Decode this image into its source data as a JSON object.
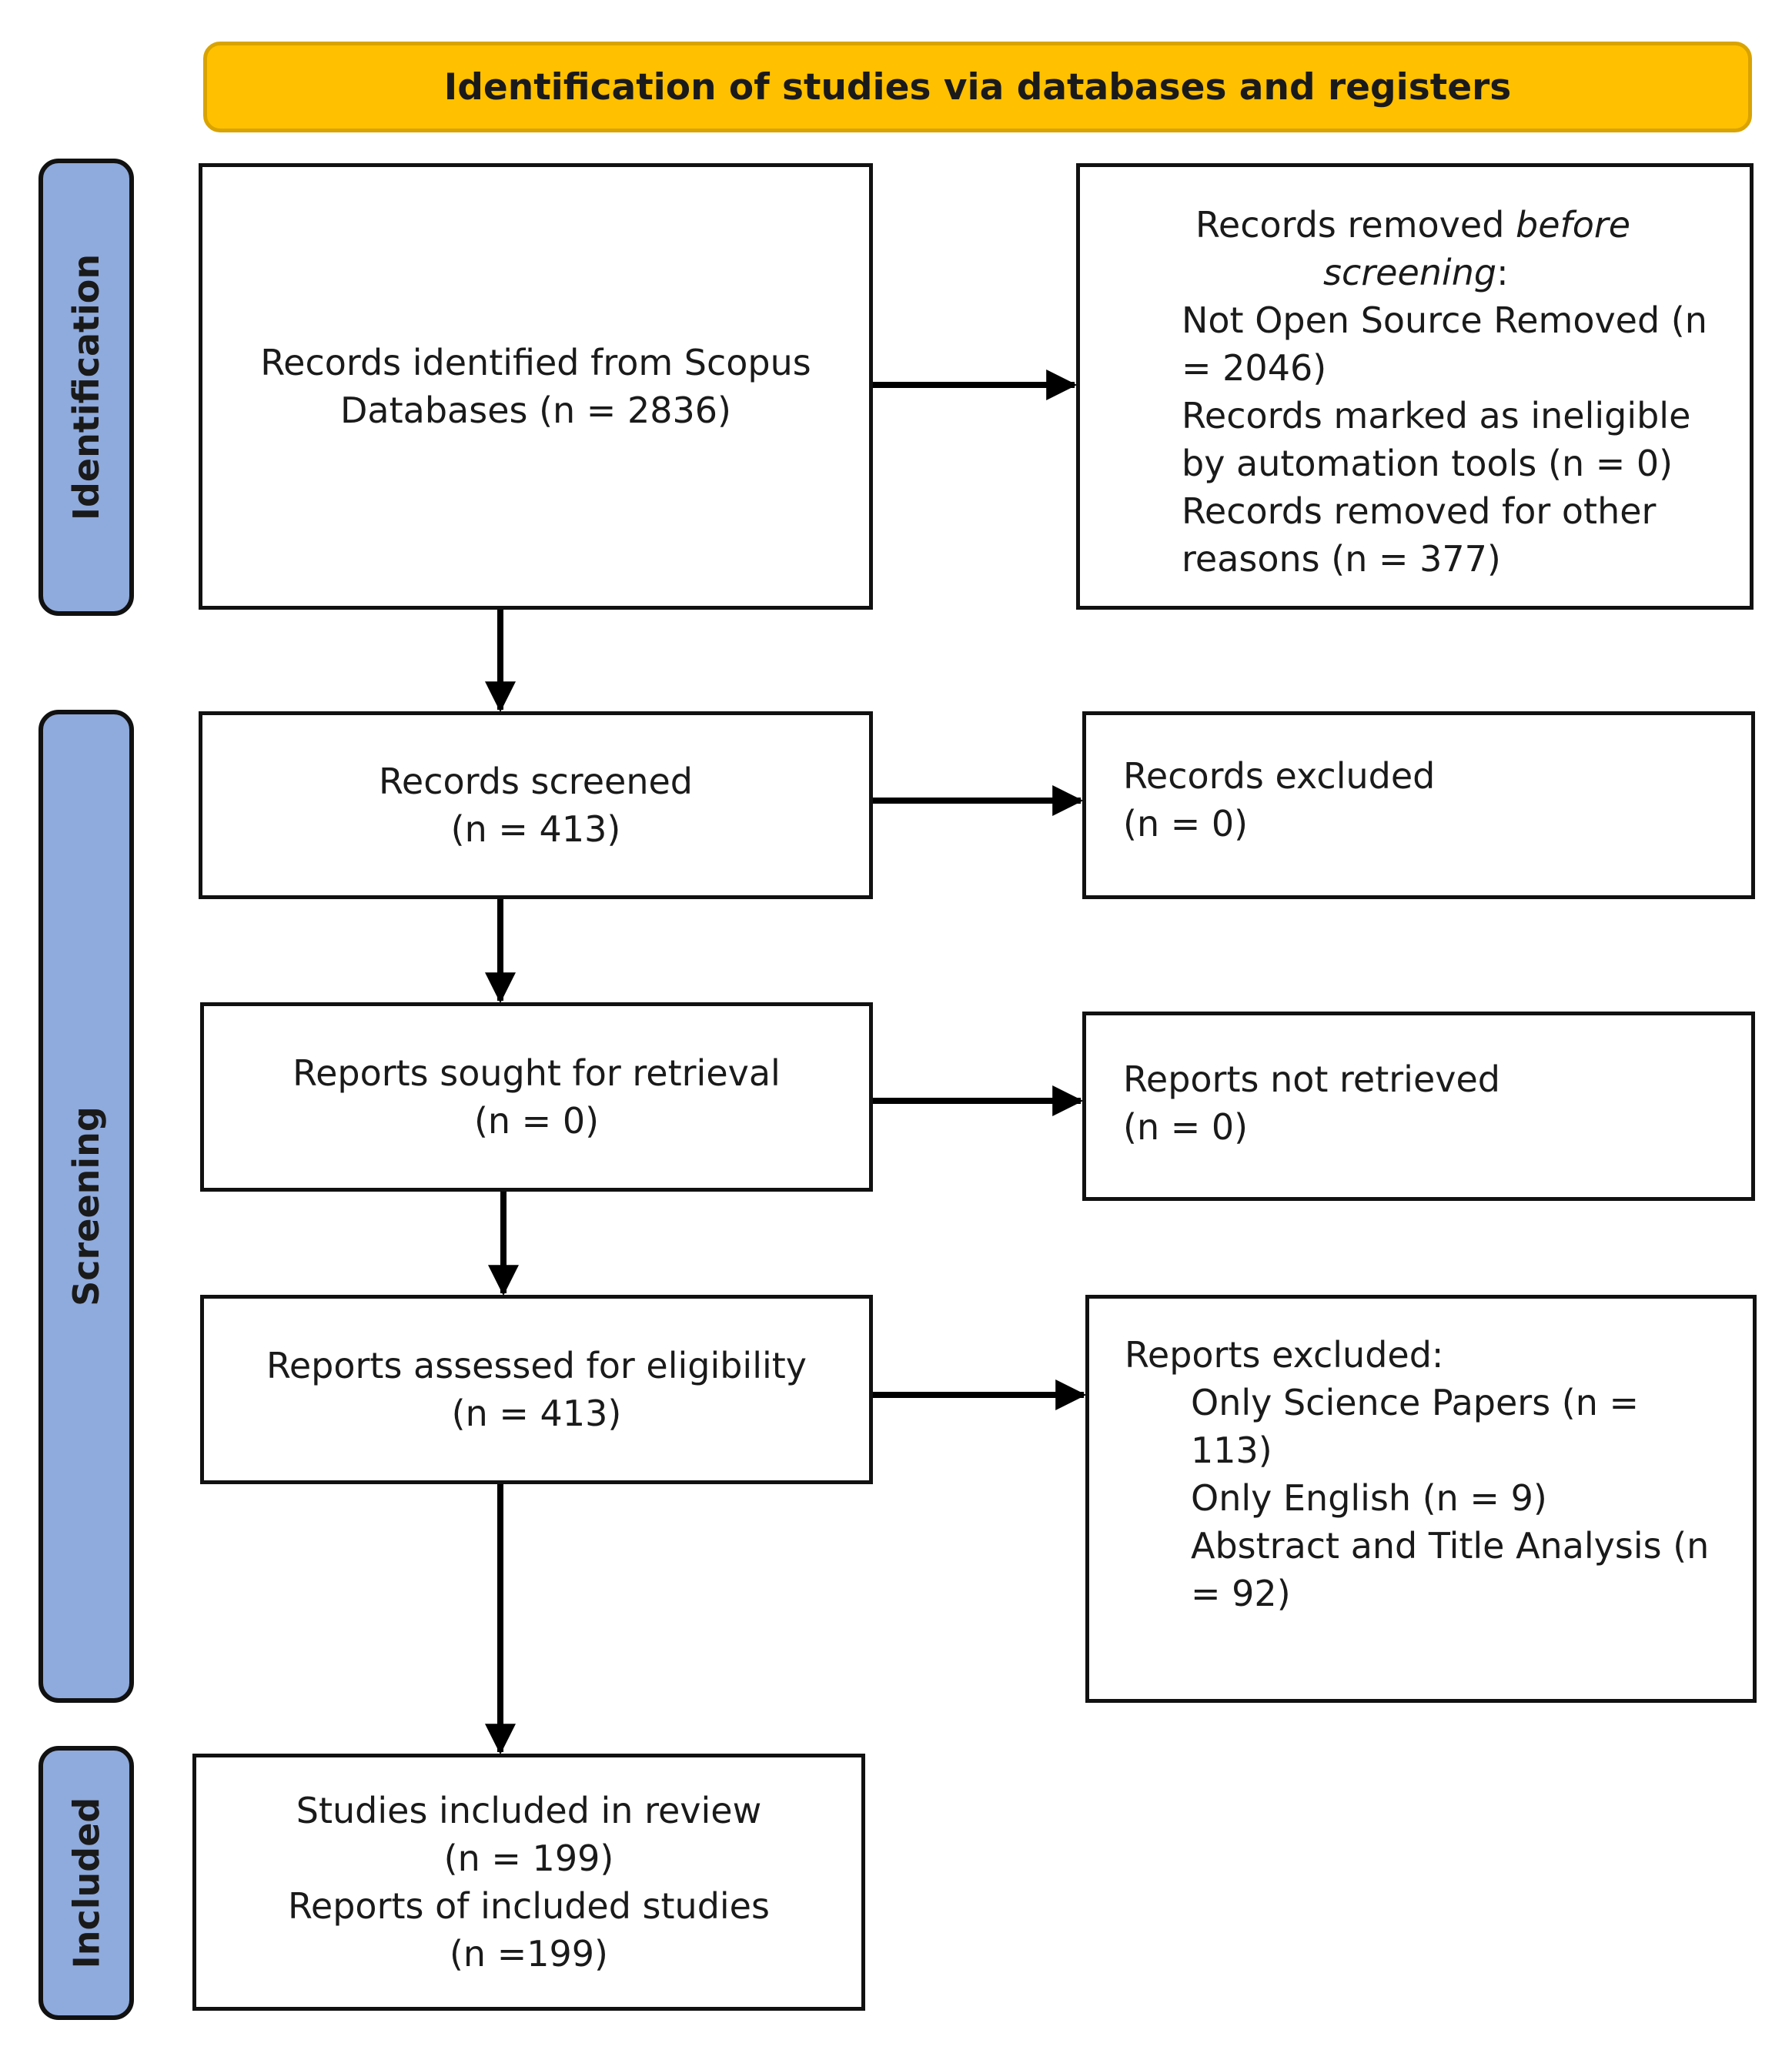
{
  "header": {
    "title": "Identification of studies via databases and registers"
  },
  "phases": {
    "identification": "Identification",
    "screening": "Screening",
    "included": "Included"
  },
  "identified": {
    "line1": "Records identified from Scopus",
    "line2": "Databases (n = 2836)"
  },
  "removed": {
    "heading_a": "Records removed ",
    "heading_em1": "before",
    "heading_em2": "screening",
    "heading_b": ":",
    "item1_a": "Not Open Source Removed (n",
    "item1_b": "= 2046)",
    "item2_a": "Records marked as ineligible",
    "item2_b": "by automation tools (n = 0)",
    "item3_a": "Records removed for other",
    "item3_b": "reasons (n = 377)"
  },
  "screened": {
    "label": "Records screened",
    "count": "(n = 413)"
  },
  "excluded_records": {
    "label": "Records excluded",
    "count": "(n = 0)"
  },
  "sought": {
    "label": "Reports sought for retrieval",
    "count": "(n = 0)"
  },
  "not_retrieved": {
    "label": "Reports not retrieved",
    "count": "(n = 0)"
  },
  "assessed": {
    "label": "Reports assessed for eligibility",
    "count": "(n = 413)"
  },
  "reports_excluded": {
    "heading": "Reports excluded:",
    "item1_a": "Only Science Papers (n =",
    "item1_b": "113)",
    "item2": "Only English (n = 9)",
    "item3_a": "Abstract and Title Analysis (n",
    "item3_b": "= 92)"
  },
  "included": {
    "studies": "Studies included in review",
    "studies_count": "(n = 199)",
    "reports": "Reports of included studies",
    "reports_count": "(n =199)"
  }
}
